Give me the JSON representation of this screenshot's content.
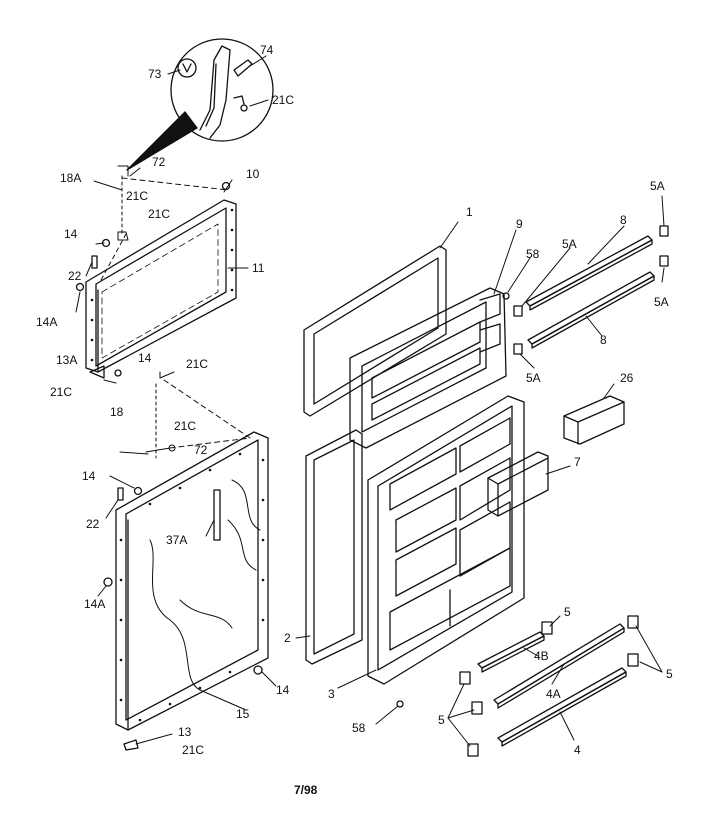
{
  "diagram": {
    "labels": {
      "l74": "74",
      "l73": "73",
      "l21C_inset": "21C",
      "l72_top": "72",
      "l18A": "18A",
      "l21C_a": "21C",
      "l21C_b": "21C",
      "l10": "10",
      "l14_a": "14",
      "l11": "11",
      "l22_a": "22",
      "l14A_a": "14A",
      "l13A": "13A",
      "l14_b": "14",
      "l21C_c": "21C",
      "l21C_d": "21C",
      "l18": "18",
      "l21C_e": "21C",
      "l72_mid": "72",
      "l14_c": "14",
      "l22_b": "22",
      "l37A": "37A",
      "l14A_b": "14A",
      "l14_d": "14",
      "l15": "15",
      "l13": "13",
      "l21C_f": "21C",
      "l1": "1",
      "l9": "9",
      "l58_top": "58",
      "l5A_top": "5A",
      "l5A_mid": "5A",
      "l8_top": "8",
      "l8_mid": "8",
      "l5A_right": "5A",
      "l5A_low": "5A",
      "l26": "26",
      "l7": "7",
      "l2": "2",
      "l3": "3",
      "l58_bot": "58",
      "l5_a": "5",
      "l4B": "4B",
      "l4A": "4A",
      "l5_b": "5",
      "l5_c": "5",
      "l4": "4"
    },
    "footer_code": "7/98"
  }
}
